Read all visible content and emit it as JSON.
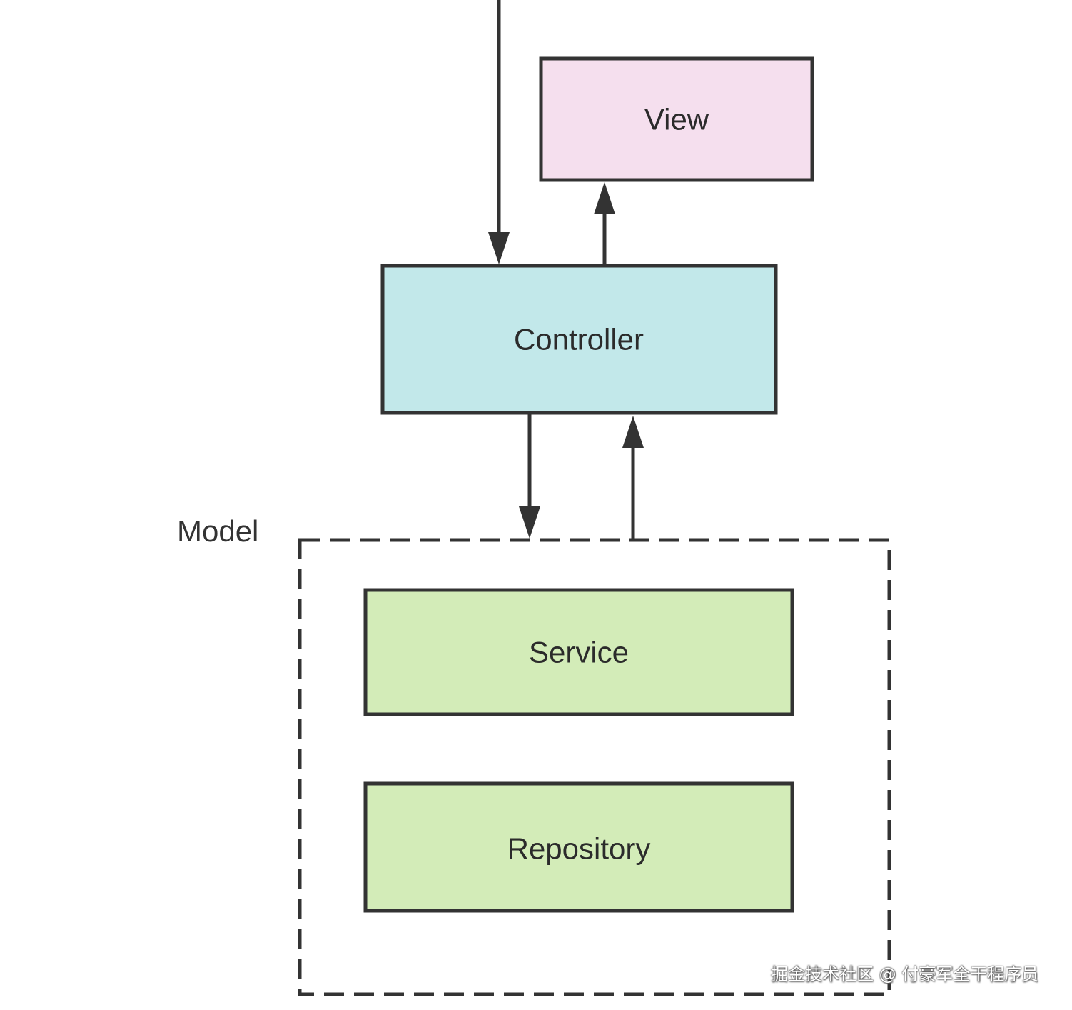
{
  "colors": {
    "stroke": "#333333",
    "view_fill": "#f5dfee",
    "controller_fill": "#c2e8ea",
    "model_item_fill": "#d3ecb8",
    "text": "#2b2b2b"
  },
  "nodes": {
    "view": {
      "label": "View"
    },
    "controller": {
      "label": "Controller"
    },
    "service": {
      "label": "Service"
    },
    "repository": {
      "label": "Repository"
    }
  },
  "groups": {
    "model": {
      "label": "Model"
    }
  },
  "edges": [
    {
      "from": "outside",
      "to": "controller"
    },
    {
      "from": "controller",
      "to": "view"
    },
    {
      "from": "controller",
      "to": "model"
    },
    {
      "from": "model",
      "to": "controller"
    }
  ],
  "watermark": "掘金技术社区 @ 付豪军全干程序员"
}
